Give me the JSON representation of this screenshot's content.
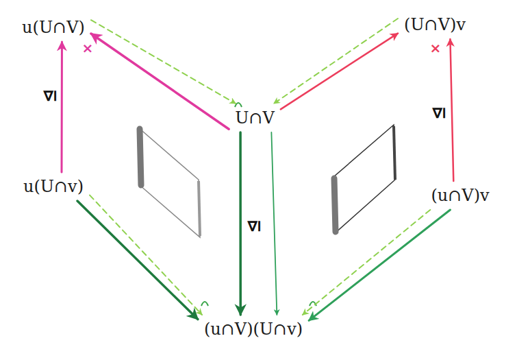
{
  "diagram": {
    "nodes": [
      {
        "text": [
          "u(U∩V)"
        ]
      },
      {
        "text": [
          "(U∩V)v"
        ]
      },
      {
        "text": [
          "U∩V"
        ]
      },
      {
        "text": [
          "u(U∩v)"
        ]
      },
      {
        "text": [
          "(u∩V)v"
        ]
      },
      {
        "text": [
          "(u∩V)(U∩v)"
        ]
      }
    ],
    "edges": [
      {
        "from": 3,
        "to": 0,
        "arrow": "to"
      },
      {
        "from": 2,
        "to": 0,
        "arrow": "to"
      },
      {
        "from": 0,
        "to": 2,
        "arrow": "to"
      },
      {
        "from": 2,
        "to": 1,
        "arrow": "to"
      },
      {
        "from": 1,
        "to": 2,
        "arrow": "to"
      },
      {
        "from": 4,
        "to": 1,
        "arrow": "to"
      },
      {
        "from": 3,
        "to": 5,
        "arrow": "to"
      },
      {
        "from": 3,
        "to": 5,
        "arrow": "to"
      },
      {
        "from": 2,
        "to": 5,
        "arrow": "to"
      },
      {
        "from": 2,
        "to": 5,
        "arrow": "to"
      },
      {
        "from": 4,
        "to": 5,
        "arrow": "to"
      },
      {
        "from": 4,
        "to": 5,
        "arrow": "to"
      }
    ],
    "labels": [
      "×",
      "×",
      "⊴",
      "⊴",
      "⊴"
    ]
  }
}
